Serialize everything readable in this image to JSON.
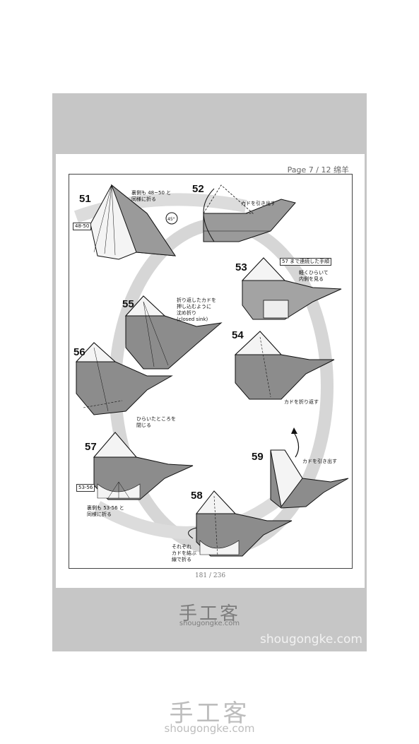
{
  "header": {
    "page_label": "Page 7 / 12 绵羊"
  },
  "steps": [
    {
      "num": "51",
      "caption": "裏側も 48~50 と\n同様に折る",
      "ref": "48-50",
      "angle": "45°"
    },
    {
      "num": "52",
      "caption": "カドを引き出す"
    },
    {
      "num": "53",
      "caption": "軽くひらいて\n内側を見る",
      "note": "57 まで連続した手順"
    },
    {
      "num": "54",
      "caption": "カドを折り返す"
    },
    {
      "num": "55",
      "caption": "折り返したカドを\n押し込むように\n沈め折り\n(closed sink)"
    },
    {
      "num": "56",
      "caption": "ひらいたところを\n閉じる"
    },
    {
      "num": "57",
      "caption": "裏側も 53-56 と\n同様に折る",
      "ref": "53-56"
    },
    {
      "num": "58",
      "caption": "それぞれ\nカドを結ぶ\n線で折る"
    },
    {
      "num": "59",
      "caption": "カドを引き出す"
    }
  ],
  "footer": {
    "page_number": "181 / 236"
  },
  "watermarks": {
    "logo_cn": "手工客",
    "logo_en": "shougongke.com",
    "corner_text": "shougongke.com"
  },
  "colors": {
    "frame": "#c6c6c6",
    "paper_gray": "#8c8c8c",
    "ring": "#d4d4d4"
  }
}
